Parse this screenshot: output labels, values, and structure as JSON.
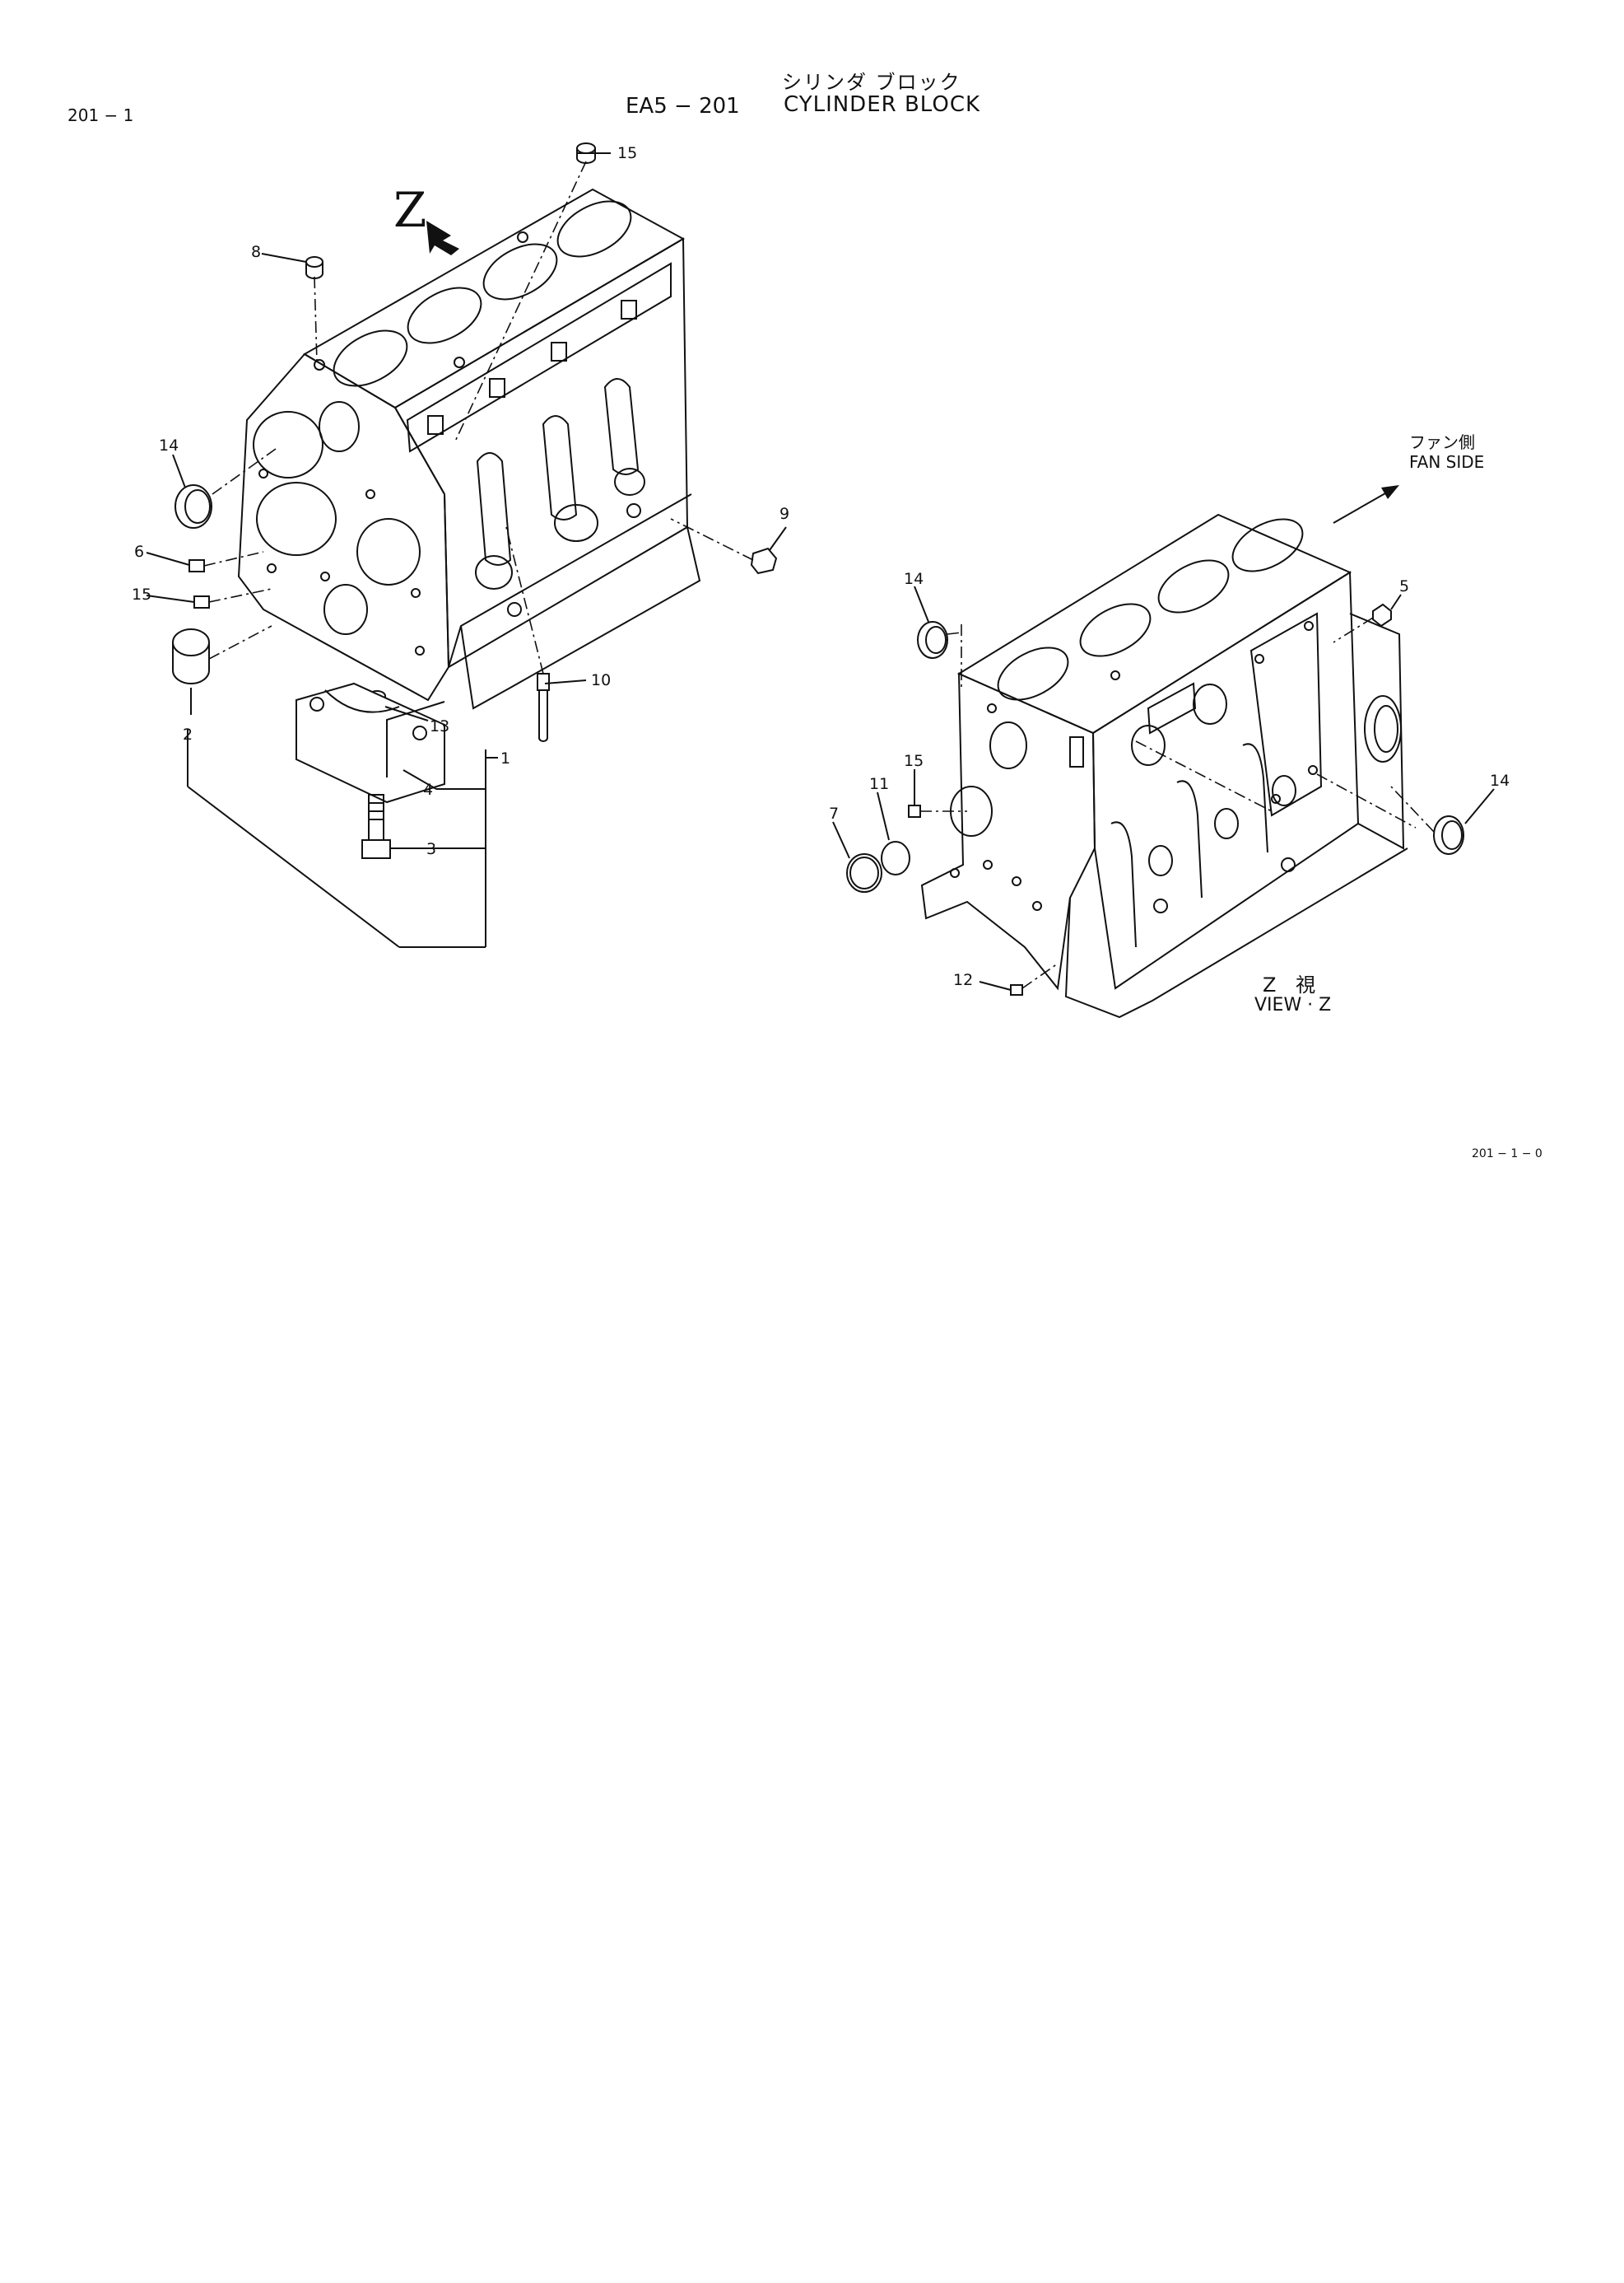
{
  "header": {
    "page_ref": "201 − 1",
    "section_code": "EA5 − 201",
    "title_jp": "シリンダ ブロック",
    "title_en": "CYLINDER BLOCK"
  },
  "view_marker": "Z",
  "fan_side": {
    "jp": "ファン側",
    "en": "FAN SIDE"
  },
  "view_label": {
    "jp": "Z 視",
    "en": "VIEW · Z"
  },
  "drawing_number": "201 − 1 − 0",
  "callouts": {
    "c1": "1",
    "c2": "2",
    "c3": "3",
    "c4": "4",
    "c5": "5",
    "c6": "6",
    "c7": "7",
    "c8": "8",
    "c9": "9",
    "c10": "10",
    "c11": "11",
    "c12": "12",
    "c13": "13",
    "c14a": "14",
    "c14b": "14",
    "c14c": "14",
    "c15a": "15",
    "c15b": "15",
    "c15c": "15"
  }
}
